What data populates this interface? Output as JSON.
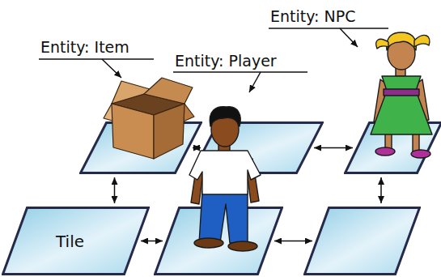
{
  "diagram": {
    "nodes": [
      {
        "text": []
      },
      {
        "text": []
      },
      {
        "text": []
      },
      {
        "text": [
          "Tile"
        ]
      },
      {
        "text": []
      },
      {
        "text": []
      }
    ],
    "edges": [
      {
        "from": 0,
        "to": 1,
        "arrow": "both"
      },
      {
        "from": 1,
        "to": 2,
        "arrow": "both"
      },
      {
        "from": 0,
        "to": 3,
        "arrow": "both"
      },
      {
        "from": 1,
        "to": 4,
        "arrow": "both"
      },
      {
        "from": 2,
        "to": 5,
        "arrow": "both"
      },
      {
        "from": 3,
        "to": 4,
        "arrow": "both"
      },
      {
        "from": 4,
        "to": 5,
        "arrow": "both"
      }
    ],
    "labels": [
      "Entity: Item",
      "Entity: Player",
      "Entity: NPC"
    ]
  }
}
